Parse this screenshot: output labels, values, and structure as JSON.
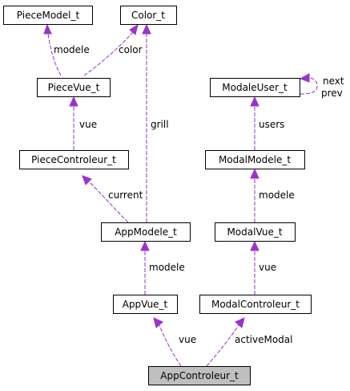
{
  "colors": {
    "edge": "#9a32cd",
    "node_fill": "#ffffff",
    "node_highlight_fill": "#bfbfbf",
    "node_stroke": "#000000"
  },
  "nodes": {
    "piece_model": "PieceModel_t",
    "color": "Color_t",
    "piece_vue": "PieceVue_t",
    "piece_controleur": "PieceControleur_t",
    "app_modele": "AppModele_t",
    "app_vue": "AppVue_t",
    "app_controleur": "AppControleur_t",
    "modale_user": "ModaleUser_t",
    "modal_modele": "ModalModele_t",
    "modal_vue": "ModalVue_t",
    "modal_controleur": "ModalControleur_t"
  },
  "edges": {
    "modele_piece": "modele",
    "color": "color",
    "grill": "grill",
    "vue_piece": "vue",
    "current": "current",
    "modele_app": "modele",
    "vue_app": "vue",
    "active_modal": "activeModal",
    "users": "users",
    "modele_modal": "modele",
    "vue_modal": "vue",
    "next": "next",
    "prev": "prev"
  }
}
